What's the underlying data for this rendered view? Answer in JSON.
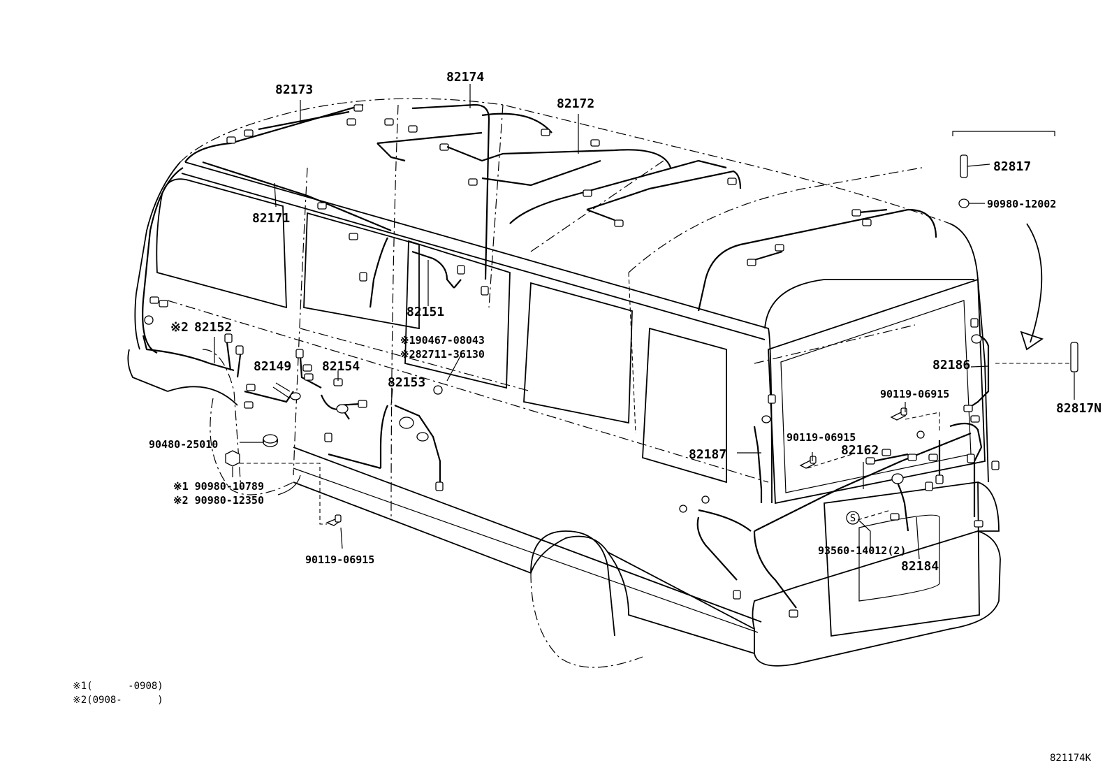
{
  "figure_id": "821174K",
  "callouts": {
    "c82173": "82173",
    "c82174": "82174",
    "c82172": "82172",
    "c82171": "82171",
    "c82151": "82151",
    "c82152": "82152",
    "c82152_mark": "※2",
    "c82149": "82149",
    "c82154": "82154",
    "c82153": "82153",
    "c90467": "※190467-08043",
    "c82711": "※282711-36130",
    "c90480": "90480-25010",
    "c90980_10789": "※1 90980-10789",
    "c90980_12350": "※2 90980-12350",
    "c90119_bottom": "90119-06915",
    "c82817": "82817",
    "c90980_12002": "90980-12002",
    "c82186": "82186",
    "c82817N": "82817N",
    "c90119_right1": "90119-06915",
    "c90119_right2": "90119-06915",
    "c82162": "82162",
    "c82187": "82187",
    "c93560": "93560-14012(2)",
    "c82184": "82184",
    "s_symbol": "S"
  },
  "notes": {
    "note1": "※1(      -0908)",
    "note2": "※2(0908-      )"
  }
}
